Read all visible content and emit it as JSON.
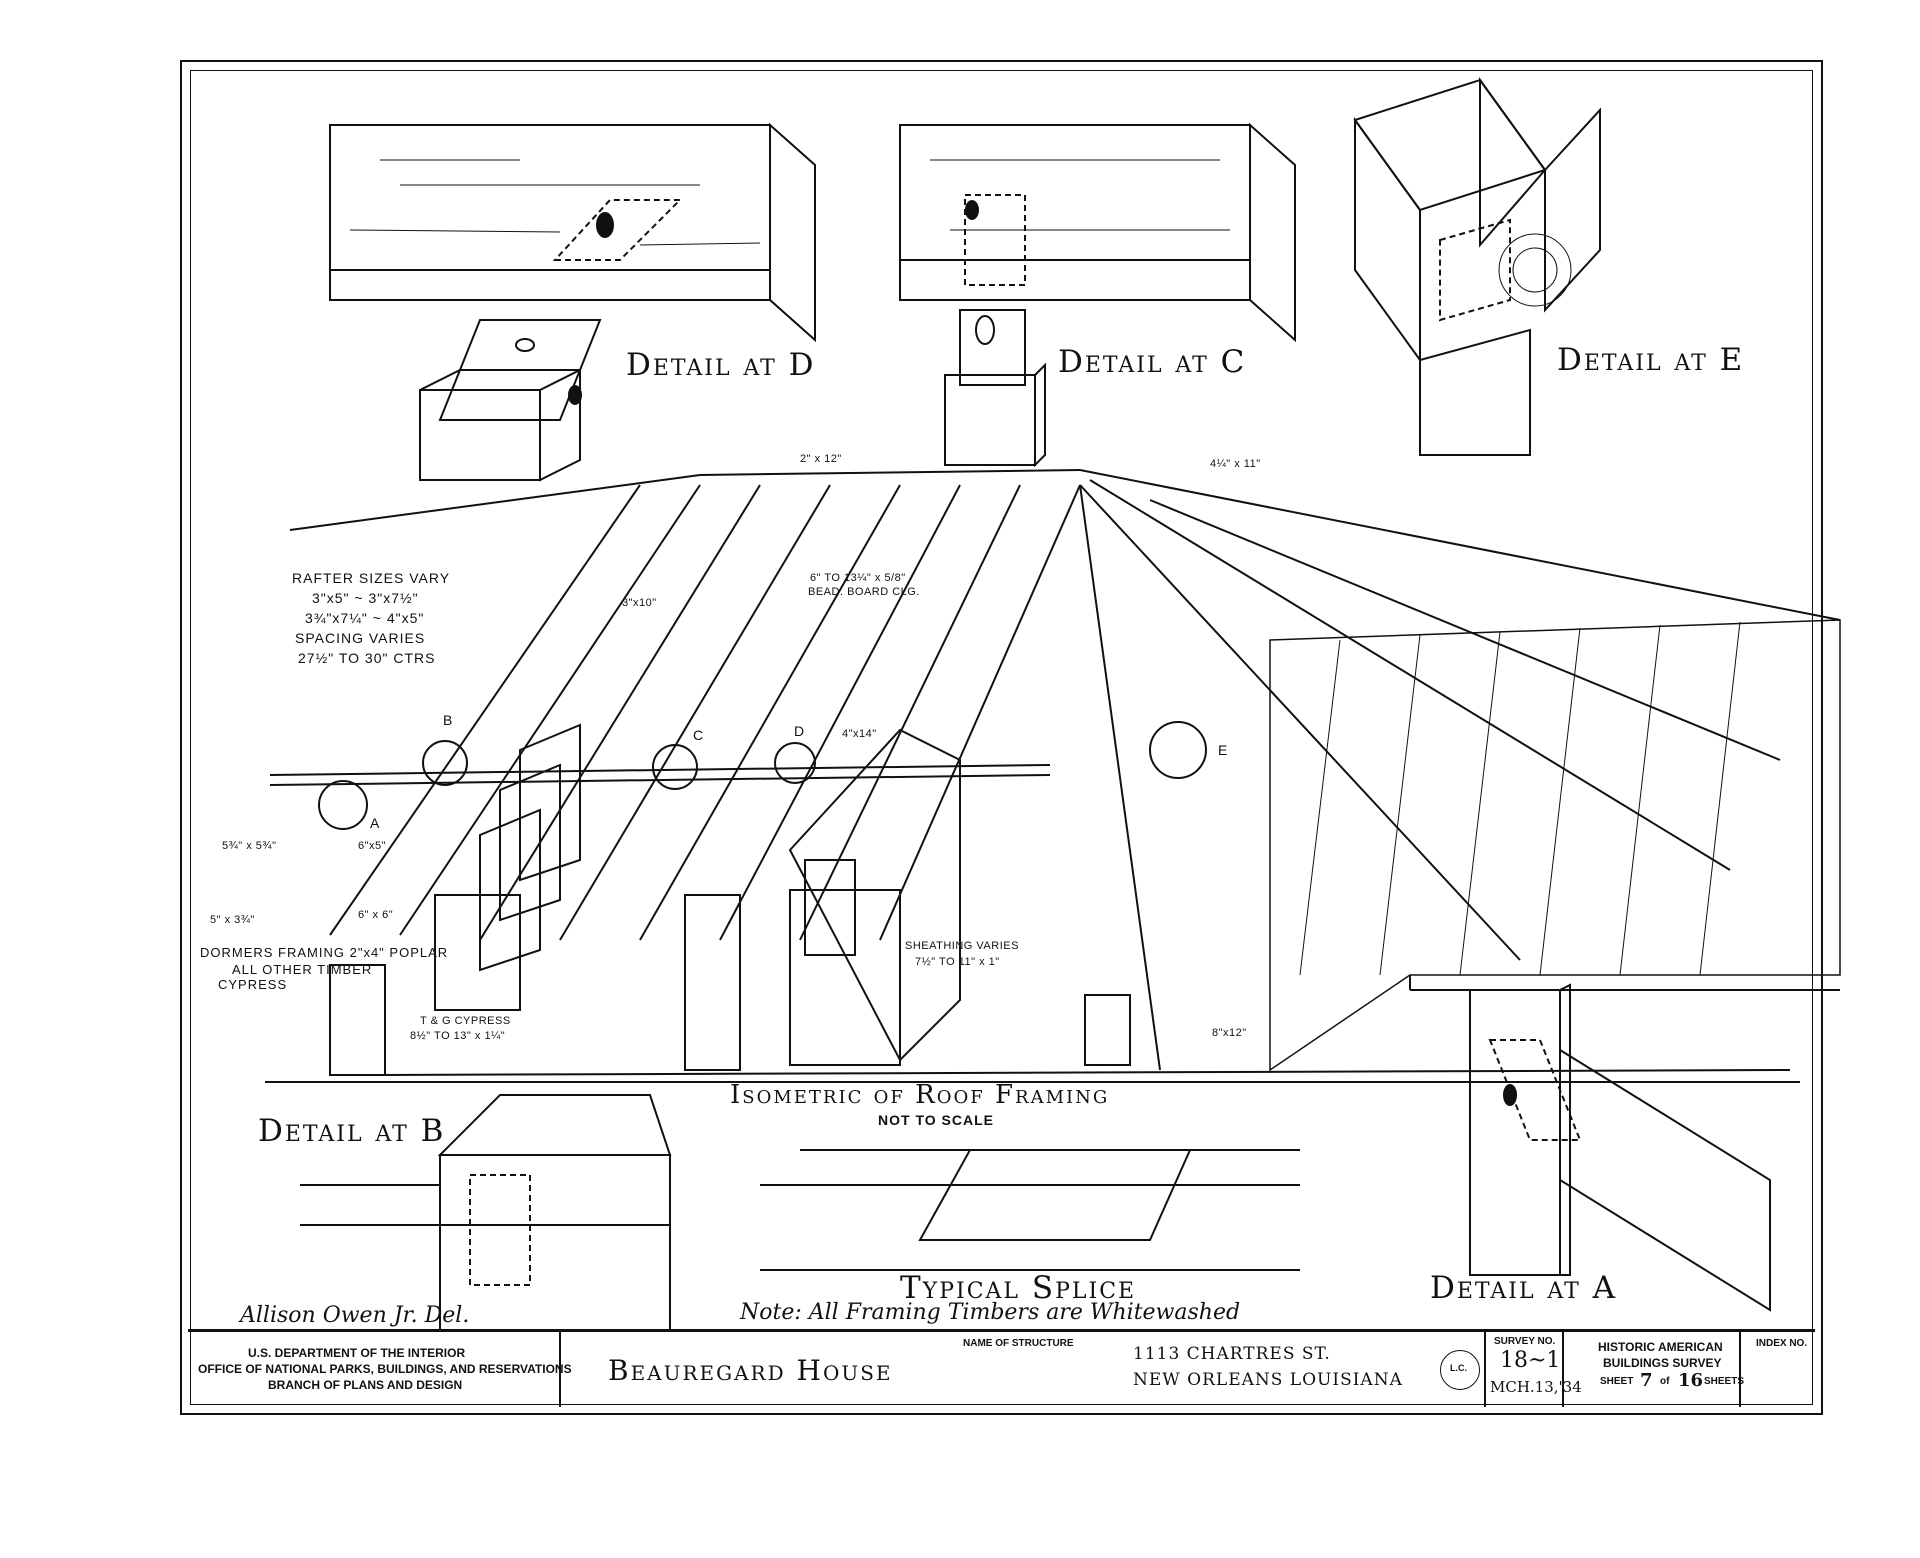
{
  "details": {
    "d": "Detail at D",
    "c": "Detail at C",
    "e": "Detail at E",
    "b": "Detail at B",
    "a": "Detail at A",
    "splice": "Typical Splice"
  },
  "main_title": "Isometric of Roof Framing",
  "main_subtitle": "NOT TO SCALE",
  "framing_note": "Note: All Framing Timbers are Whitewashed",
  "delineator": "Allison Owen Jr. Del.",
  "rafter_note": [
    "RAFTER SIZES VARY",
    "3\"x5\"  ~  3\"x7½\"",
    "3¾\"x7¼\"  ~  4\"x5\"",
    "SPACING VARIES",
    "27½\" TO 30\" CTRS"
  ],
  "dimension_labels": {
    "top_2x12": "2\" x 12\"",
    "top_4x11": "4¼\" x 11\"",
    "ceiling_board": [
      "6\" TO 13¼\" x 5/8\"",
      "BEAD. BOARD CLG."
    ],
    "rafter_3x10": "3\"x10\"",
    "beam_4x14": "4\"x14\"",
    "post_5x5": "5¾\" x 5¾\"",
    "brace_6x5": "6\"x5\"",
    "sill_5x3": "5\" x 3¾\"",
    "post_6x6": "6\" x 6\"",
    "beam_8x12": "8\"x12\"",
    "dormers_framing": "DORMERS FRAMING 2\"x4\" POPLAR",
    "other_timber": [
      "ALL OTHER TIMBER",
      "CYPRESS"
    ],
    "tg_cypress": [
      "T & G CYPRESS",
      "8½\" TO 13\" x 1¼\""
    ],
    "sheathing": [
      "SHEATHING VARIES",
      "7½\" TO 11\" x 1\""
    ]
  },
  "callouts": [
    "A",
    "B",
    "C",
    "D",
    "E"
  ],
  "title_block": {
    "agency": [
      "U.S. DEPARTMENT OF THE INTERIOR",
      "OFFICE OF NATIONAL PARKS, BUILDINGS, AND RESERVATIONS",
      "BRANCH OF PLANS AND DESIGN"
    ],
    "structure_label": "NAME OF STRUCTURE",
    "structure_name": "Beauregard House",
    "address": [
      "1113 CHARTRES ST.",
      "NEW ORLEANS LOUISIANA"
    ],
    "stamp_text": "L.C.",
    "survey_label": "SURVEY NO.",
    "survey_no": "18~1",
    "survey_date": "MCH.13,'34",
    "habs": [
      "HISTORIC AMERICAN",
      "BUILDINGS SURVEY"
    ],
    "sheet_label": "SHEET",
    "sheet_no": "7",
    "of_label": "of",
    "sheet_total": "16",
    "sheets_label": "SHEETS",
    "index_label": "INDEX NO."
  }
}
